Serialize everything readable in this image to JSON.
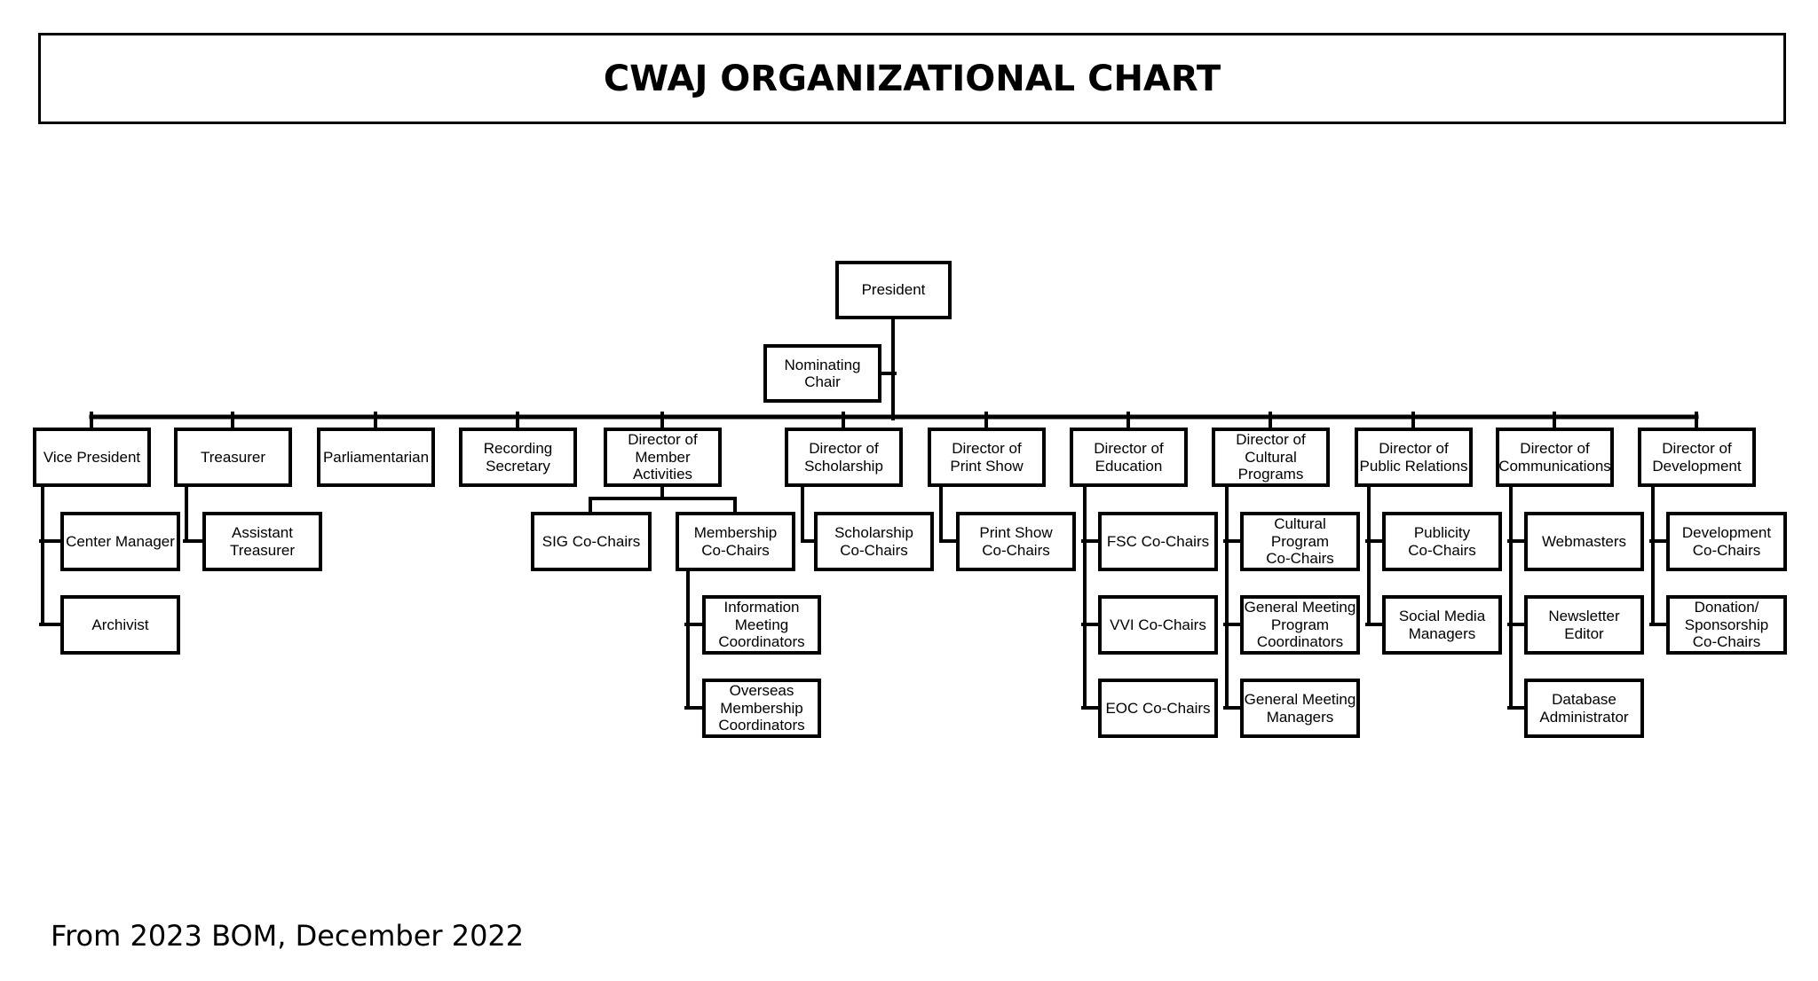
{
  "title": "CWAJ ORGANIZATIONAL CHART",
  "caption": "From 2023 BOM, December 2022",
  "colors": {
    "background": "#ffffff",
    "line": "#000000",
    "text": "#000000"
  },
  "nodes": {
    "president": {
      "label": "President",
      "reports_to": null
    },
    "nominating_chair": {
      "label": "Nominating\nChair",
      "reports_to": "president"
    },
    "vice_president": {
      "label": "Vice President",
      "reports_to": "president"
    },
    "treasurer": {
      "label": "Treasurer",
      "reports_to": "president"
    },
    "parliamentarian": {
      "label": "Parliamentarian",
      "reports_to": "president"
    },
    "recording_secretary": {
      "label": "Recording\nSecretary",
      "reports_to": "president"
    },
    "dir_member_activities": {
      "label": "Director of\nMember\nActivities",
      "reports_to": "president"
    },
    "dir_scholarship": {
      "label": "Director of\nScholarship",
      "reports_to": "president"
    },
    "dir_print_show": {
      "label": "Director of\nPrint Show",
      "reports_to": "president"
    },
    "dir_education": {
      "label": "Director of\nEducation",
      "reports_to": "president"
    },
    "dir_cultural_programs": {
      "label": "Director of\nCultural\nPrograms",
      "reports_to": "president"
    },
    "dir_public_relations": {
      "label": "Director of\nPublic Relations",
      "reports_to": "president"
    },
    "dir_communications": {
      "label": "Director of\nCommunications",
      "reports_to": "president"
    },
    "dir_development": {
      "label": "Director of\nDevelopment",
      "reports_to": "president"
    },
    "center_manager": {
      "label": "Center Manager",
      "reports_to": "vice_president"
    },
    "archivist": {
      "label": "Archivist",
      "reports_to": "vice_president"
    },
    "assistant_treasurer": {
      "label": "Assistant\nTreasurer",
      "reports_to": "treasurer"
    },
    "sig_cochairs": {
      "label": "SIG Co-Chairs",
      "reports_to": "dir_member_activities"
    },
    "membership_cochairs": {
      "label": "Membership\nCo-Chairs",
      "reports_to": "dir_member_activities"
    },
    "information_meeting_coordinators": {
      "label": "Information\nMeeting\nCoordinators",
      "reports_to": "membership_cochairs"
    },
    "overseas_membership_coordinators": {
      "label": "Overseas\nMembership\nCoordinators",
      "reports_to": "membership_cochairs"
    },
    "scholarship_cochairs": {
      "label": "Scholarship\nCo-Chairs",
      "reports_to": "dir_scholarship"
    },
    "print_show_cochairs": {
      "label": "Print Show\nCo-Chairs",
      "reports_to": "dir_print_show"
    },
    "fsc_cochairs": {
      "label": "FSC Co-Chairs",
      "reports_to": "dir_education"
    },
    "vvi_cochairs": {
      "label": "VVI Co-Chairs",
      "reports_to": "dir_education"
    },
    "eoc_cochairs": {
      "label": "EOC Co-Chairs",
      "reports_to": "dir_education"
    },
    "cultural_program_cochairs": {
      "label": "Cultural Program\nCo-Chairs",
      "reports_to": "dir_cultural_programs"
    },
    "general_meeting_program_coordinators": {
      "label": "General Meeting\nProgram\nCoordinators",
      "reports_to": "dir_cultural_programs"
    },
    "general_meeting_managers": {
      "label": "General Meeting\nManagers",
      "reports_to": "dir_cultural_programs"
    },
    "publicity_cochairs": {
      "label": "Publicity\nCo-Chairs",
      "reports_to": "dir_public_relations"
    },
    "social_media_managers": {
      "label": "Social Media\nManagers",
      "reports_to": "dir_public_relations"
    },
    "webmasters": {
      "label": "Webmasters",
      "reports_to": "dir_communications"
    },
    "newsletter_editor": {
      "label": "Newsletter\nEditor",
      "reports_to": "dir_communications"
    },
    "database_administrator": {
      "label": "Database\nAdministrator",
      "reports_to": "dir_communications"
    },
    "development_cochairs": {
      "label": "Development\nCo-Chairs",
      "reports_to": "dir_development"
    },
    "donation_sponsorship_cochairs": {
      "label": "Donation/\nSponsorship\nCo-Chairs",
      "reports_to": "dir_development"
    }
  }
}
